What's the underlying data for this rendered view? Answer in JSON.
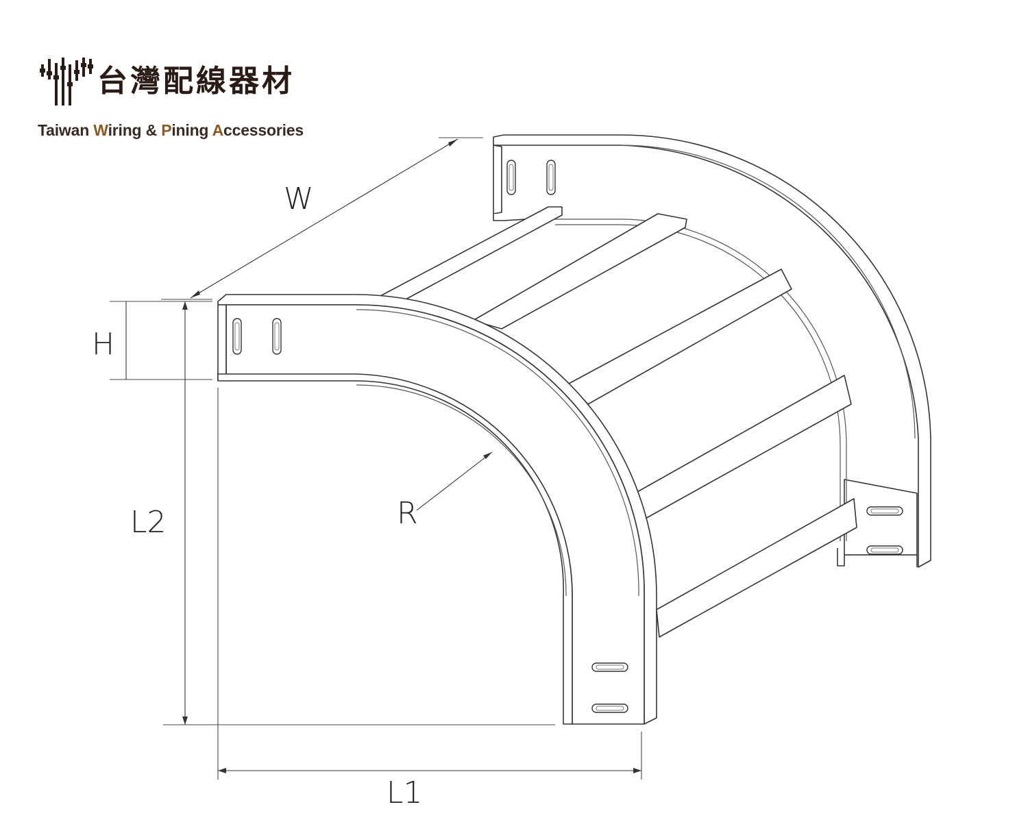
{
  "brand": {
    "name_zh": "台灣配線器材",
    "name_en_parts": [
      "Taiwan ",
      "W",
      "iring & ",
      "P",
      "ining ",
      "A",
      "ccessories"
    ]
  },
  "dimensions": {
    "width": "W",
    "height": "H",
    "length_2": "L2",
    "radius": "R",
    "length_1": "L1"
  },
  "colors": {
    "brand_dark": "#2a1b16",
    "brand_accent": "#8a5a22",
    "line": "#333333"
  }
}
